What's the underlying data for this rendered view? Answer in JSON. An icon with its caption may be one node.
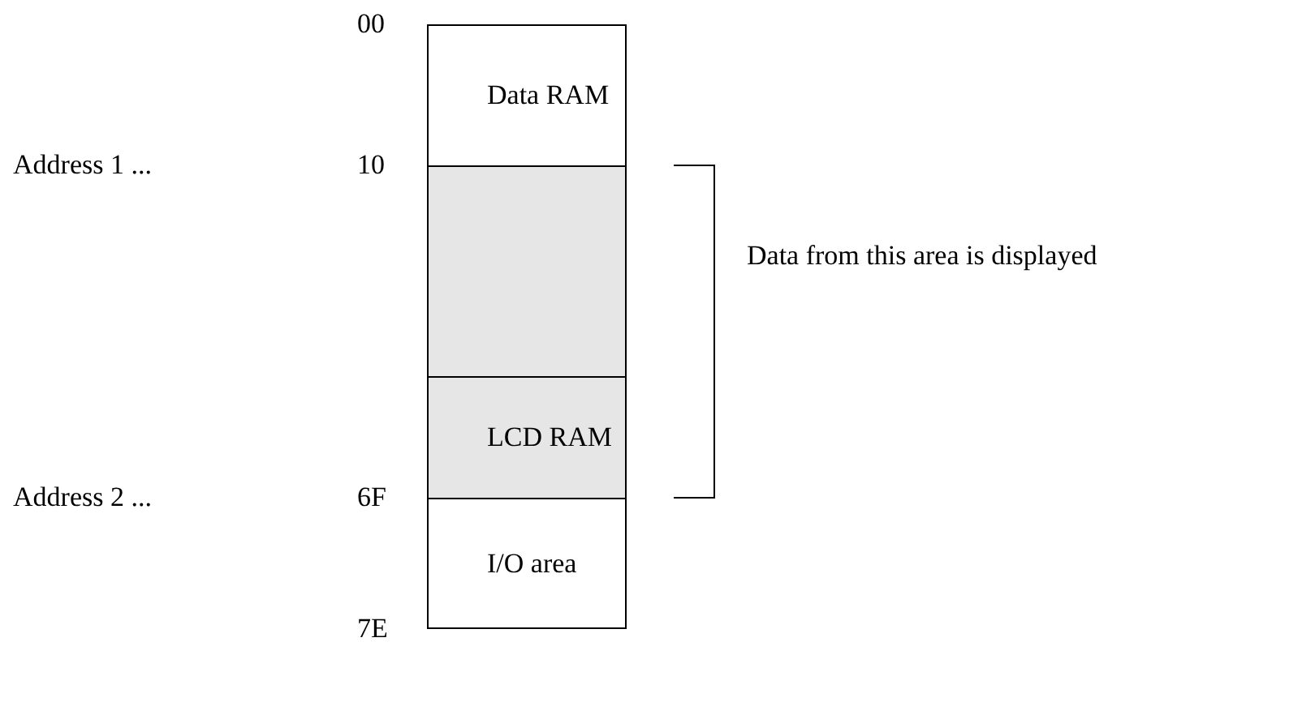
{
  "diagram": {
    "nodes": [
      {
        "text": [
          "Data RAM"
        ]
      },
      {
        "text": [],
        "shape": "box"
      },
      {
        "text": [
          "LCD RAM"
        ]
      },
      {
        "text": [
          "I/O area"
        ]
      }
    ],
    "edges": [],
    "labels": [
      "00",
      "Address 1 ...",
      "10",
      "Data from this area is displayed",
      "Address 2 ...",
      "6F",
      "7E"
    ]
  }
}
